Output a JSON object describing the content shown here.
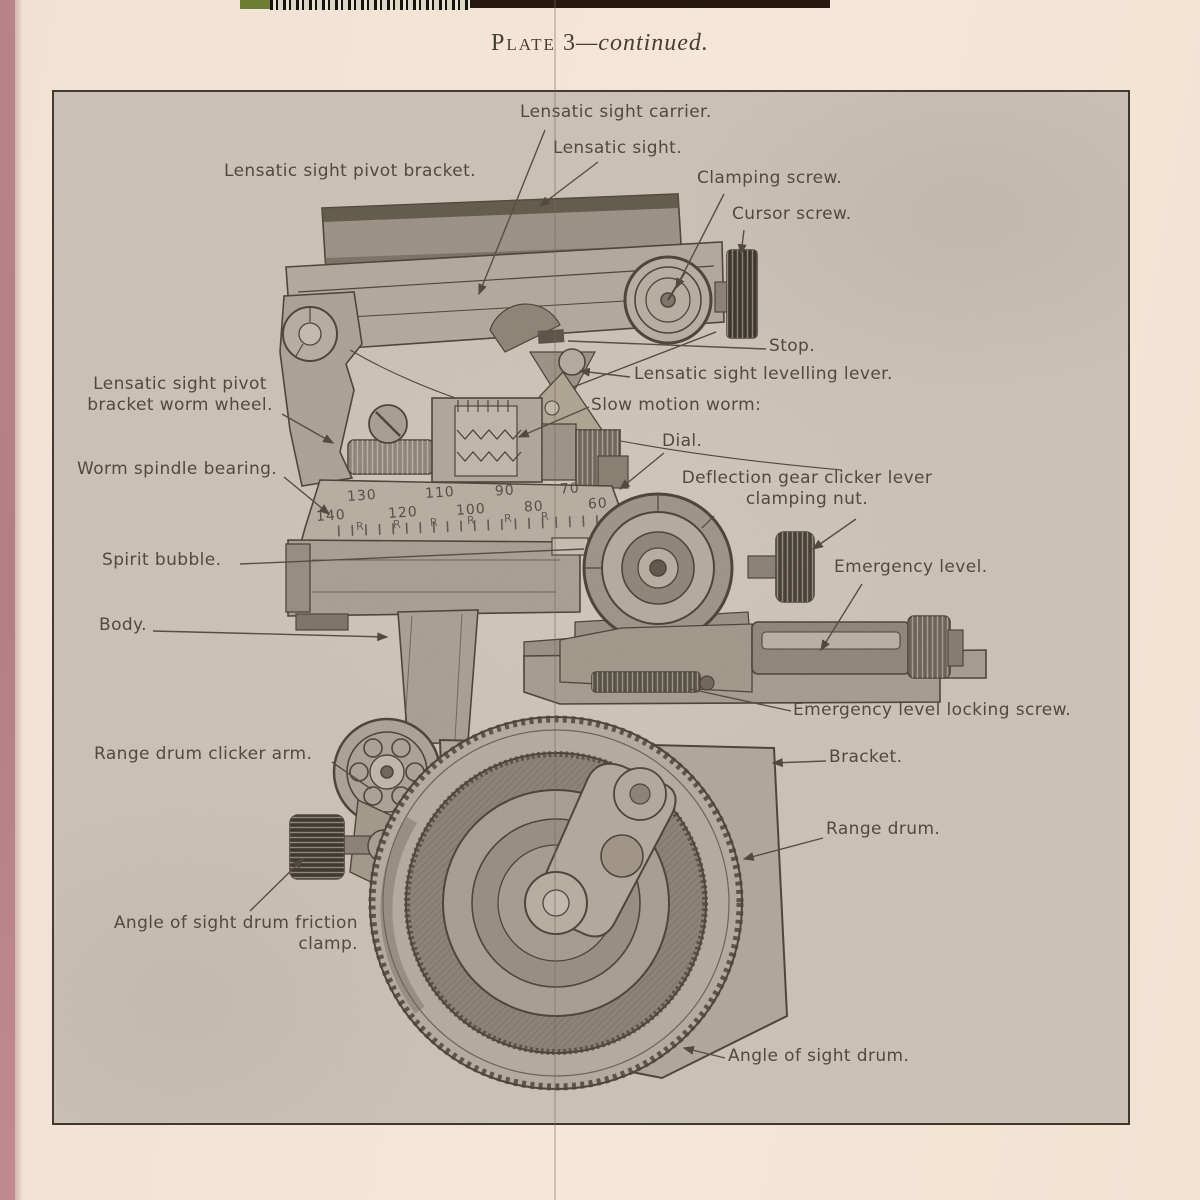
{
  "page": {
    "title": {
      "prefix": "Plate",
      "number": "3",
      "suffix": "—continued."
    },
    "colors": {
      "page_bg": "#f3e4d6",
      "plate_bg": "#cbc1b4",
      "ink": "#4d4338",
      "left_edge_strip": "#b9838a",
      "barcode_green": "#6e7c34",
      "barcode_dark": "#251812"
    }
  },
  "figure": {
    "description": "Labeled engineering plate of a lensatic dial sight mechanism",
    "labels": [
      {
        "id": "lensatic-sight-carrier",
        "text": "Lensatic sight carrier."
      },
      {
        "id": "lensatic-sight",
        "text": "Lensatic sight."
      },
      {
        "id": "clamping-screw",
        "text": "Clamping screw."
      },
      {
        "id": "cursor-screw",
        "text": "Cursor screw."
      },
      {
        "id": "lensatic-sight-pivot-bracket",
        "text": "Lensatic sight pivot bracket."
      },
      {
        "id": "stop",
        "text": "Stop."
      },
      {
        "id": "lensatic-sight-levelling-lever",
        "text": "Lensatic sight levelling lever."
      },
      {
        "id": "slow-motion-worm",
        "text": "Slow motion worm:"
      },
      {
        "id": "dial",
        "text": "Dial."
      },
      {
        "id": "pivot-bracket-worm-wheel",
        "text": "Lensatic sight pivot\nbracket worm wheel."
      },
      {
        "id": "worm-spindle-bearing",
        "text": "Worm spindle bearing."
      },
      {
        "id": "spirit-bubble",
        "text": "Spirit bubble."
      },
      {
        "id": "body",
        "text": "Body."
      },
      {
        "id": "deflection-gear-clicker-lever-clamping-nut",
        "text": "Deflection gear clicker lever\nclamping nut."
      },
      {
        "id": "emergency-level",
        "text": "Emergency level."
      },
      {
        "id": "emergency-level-locking-screw",
        "text": "Emergency level locking screw."
      },
      {
        "id": "range-drum-clicker-arm",
        "text": "Range drum clicker arm."
      },
      {
        "id": "bracket",
        "text": "Bracket."
      },
      {
        "id": "range-drum",
        "text": "Range drum."
      },
      {
        "id": "angle-of-sight-drum-friction-clamp",
        "text": "Angle of sight drum friction\nclamp."
      },
      {
        "id": "angle-of-sight-drum",
        "text": "Angle of sight drum."
      }
    ]
  },
  "dial_scale": {
    "top_row": [
      "130",
      "110",
      "90",
      "70"
    ],
    "bottom_row": [
      "140",
      "120",
      "100",
      "80",
      "60"
    ],
    "tick_letter": "R"
  }
}
